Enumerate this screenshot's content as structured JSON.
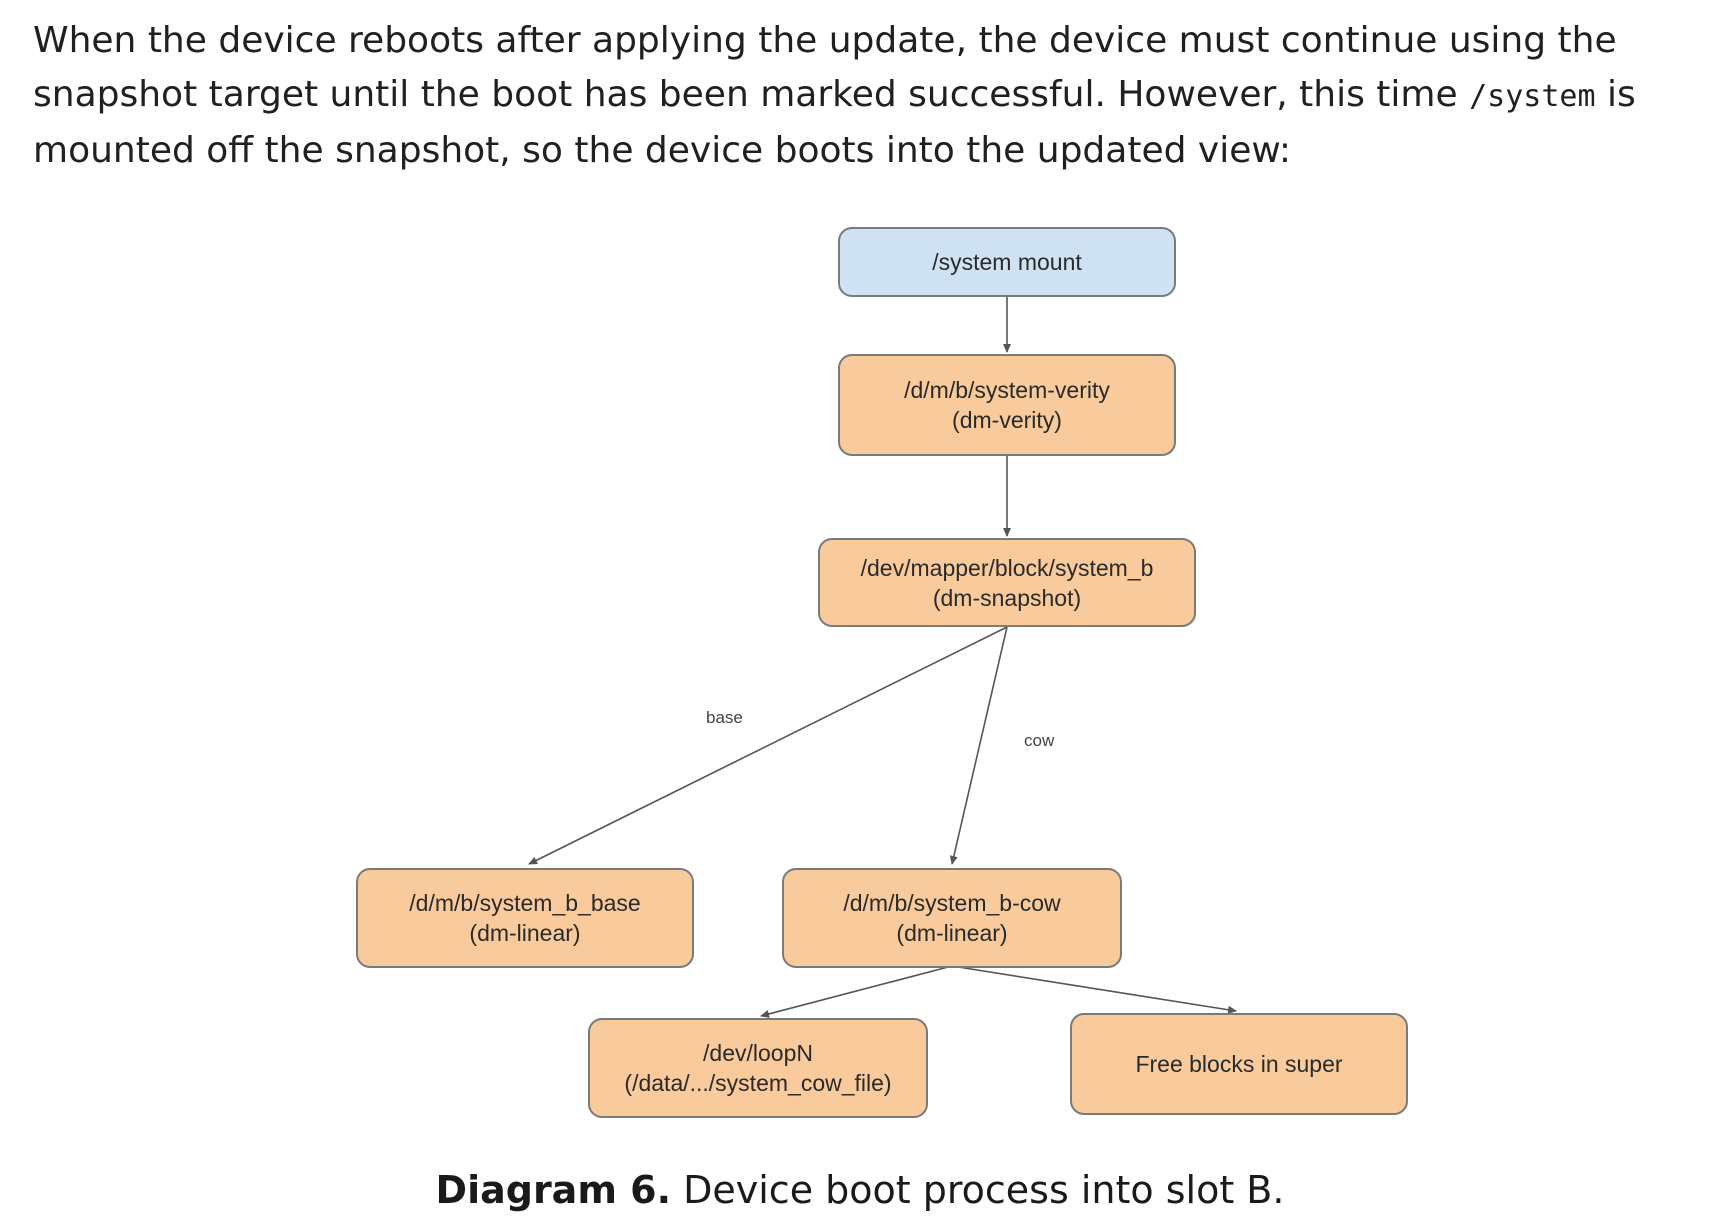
{
  "intro": {
    "part1": "When the device reboots after applying the update, the device must continue using the snapshot target until the boot has been marked successful. However, this time ",
    "code": "/system",
    "part2": " is mounted off the snapshot, so the device boots into the updated view:"
  },
  "nodes": {
    "system_mount": {
      "line1": "/system mount"
    },
    "system_verity": {
      "line1": "/d/m/b/system-verity",
      "line2": "(dm-verity)"
    },
    "system_b_snapshot": {
      "line1": "/dev/mapper/block/system_b",
      "line2": "(dm-snapshot)"
    },
    "system_b_base": {
      "line1": "/d/m/b/system_b_base",
      "line2": "(dm-linear)"
    },
    "system_b_cow": {
      "line1": "/d/m/b/system_b-cow",
      "line2": "(dm-linear)"
    },
    "loop_device": {
      "line1": "/dev/loopN",
      "line2": "(/data/.../system_cow_file)"
    },
    "free_blocks": {
      "line1": "Free blocks in super"
    }
  },
  "edge_labels": {
    "base": "base",
    "cow": "cow"
  },
  "caption": {
    "bold": "Diagram 6.",
    "text": " Device boot process into slot B."
  },
  "colors": {
    "mount_fill": "#cfe2f3",
    "device_fill": "#f9cb9c",
    "border": "#7a7a7a",
    "edge": "#555555"
  }
}
